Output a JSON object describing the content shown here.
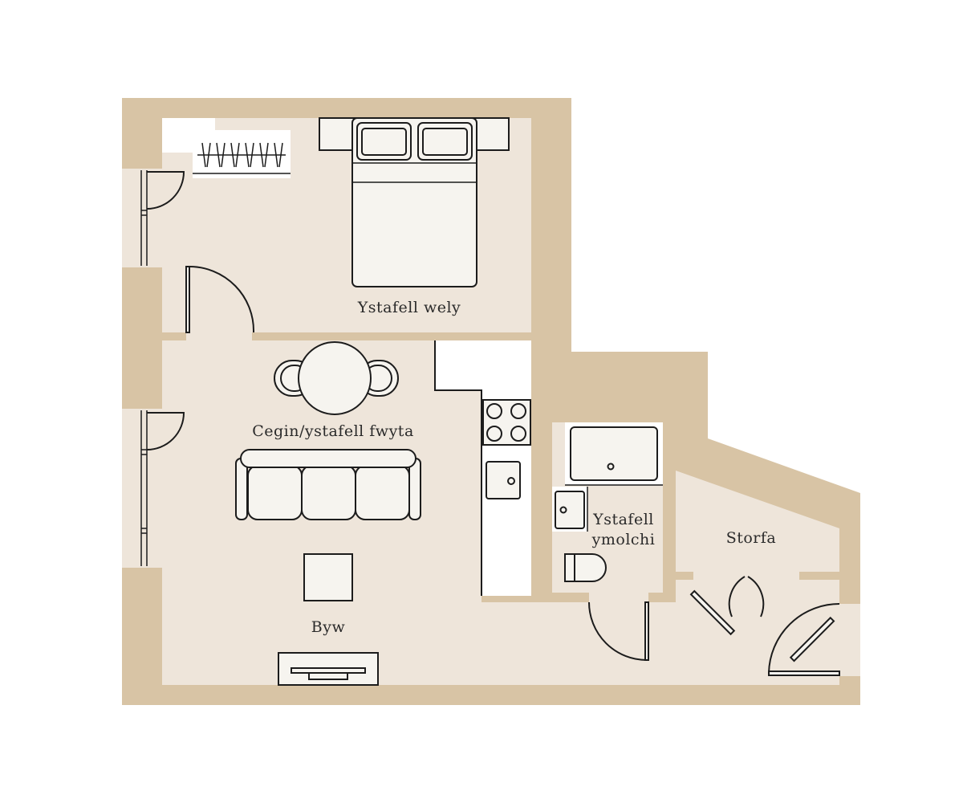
{
  "plan": {
    "colors": {
      "wall": "#d8c4a5",
      "floor": "#eee5da",
      "fixture": "#f6f4ef",
      "line": "#1c1c1c",
      "background": "#ffffff"
    },
    "rooms": [
      {
        "id": "bedroom",
        "label": "Ystafell wely"
      },
      {
        "id": "kitchen",
        "label": "Cegin/ystafell fwyta"
      },
      {
        "id": "bathroom",
        "label_line1": "Ystafell",
        "label_line2": "ymolchi"
      },
      {
        "id": "storage",
        "label": "Storfa"
      },
      {
        "id": "living",
        "label": "Byw"
      }
    ]
  }
}
